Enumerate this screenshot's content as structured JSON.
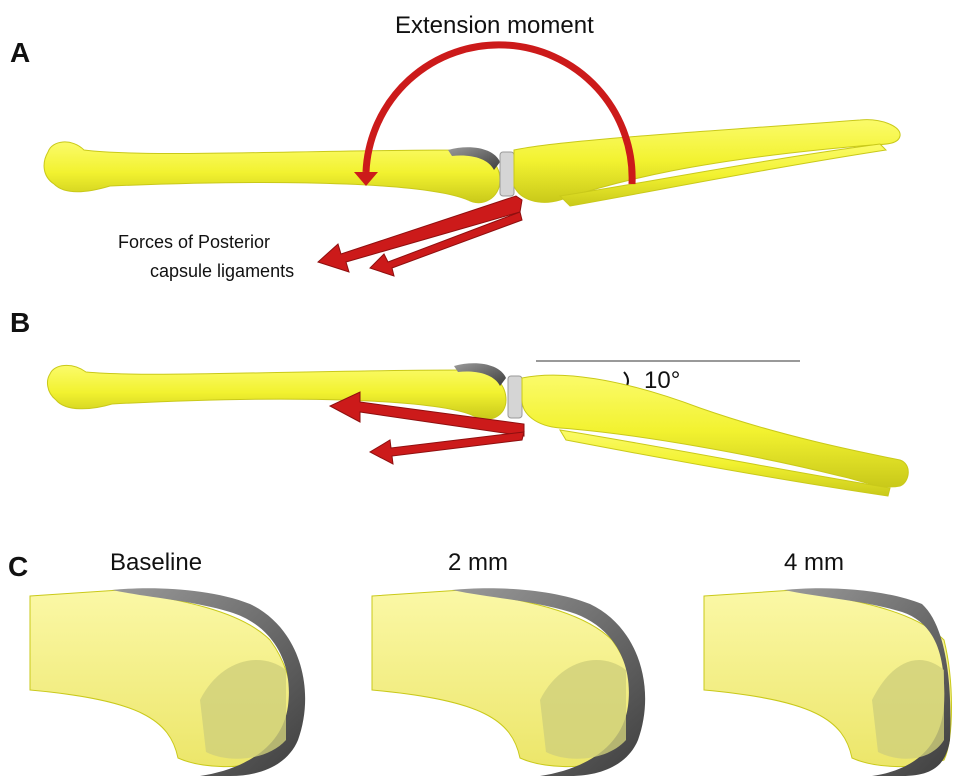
{
  "panels": {
    "a": {
      "letter": "A",
      "moment_label": "Extension moment",
      "force_label_line1": "Forces of Posterior",
      "force_label_line2": "capsule ligaments"
    },
    "b": {
      "letter": "B",
      "angle_label": "10°"
    },
    "c": {
      "letter": "C",
      "captions": [
        "Baseline",
        "2 mm",
        "4 mm"
      ]
    }
  },
  "colors": {
    "bone": "#f2f230",
    "bone_outline": "#c9c91a",
    "arrow": "#cc1a1a",
    "arrow_dark": "#8e0f0f",
    "implant": "#5a5a5a",
    "implant_light": "#c8c8c8",
    "bone_light": "#f5f39a"
  },
  "icons": [
    "curved-moment-arrow",
    "force-arrow",
    "femur-bone",
    "tibia-fibula-bone",
    "knee-implant"
  ]
}
